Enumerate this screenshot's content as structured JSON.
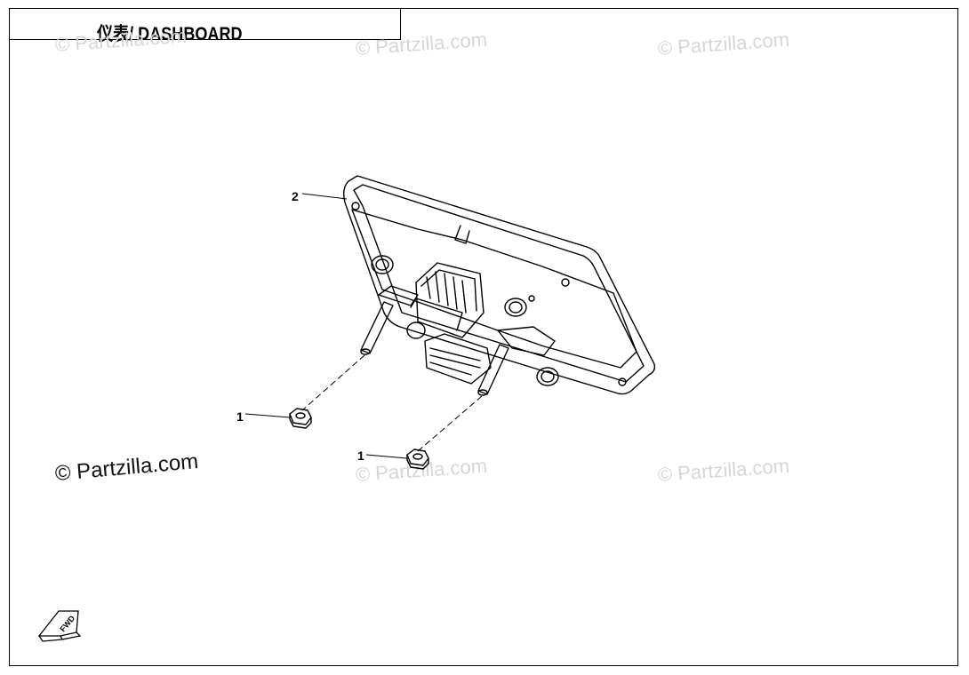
{
  "title": "仪表/ DASHBOARD",
  "watermark": "© Partzilla.com",
  "callouts": {
    "dashboard": "2",
    "nut_left": "1",
    "nut_right": "1"
  },
  "fwd_label": "FWD",
  "colors": {
    "line": "#000000",
    "watermark": "#d6d6d6"
  }
}
